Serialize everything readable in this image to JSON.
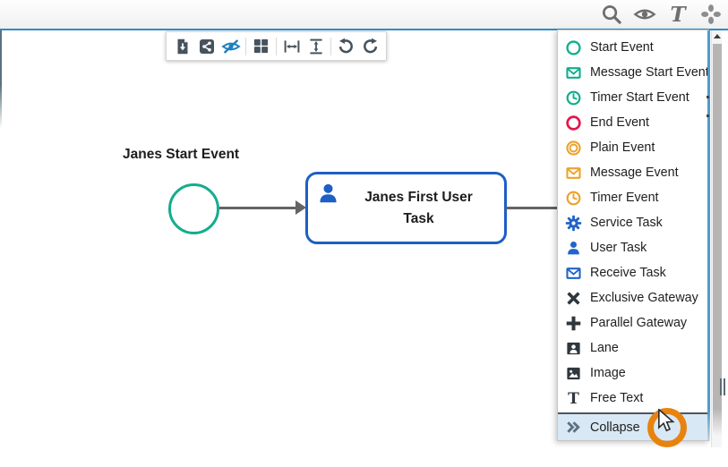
{
  "colors": {
    "teal": "#11ac8c",
    "red": "#e5164c",
    "orange": "#eba22b",
    "blue": "#2264c8",
    "dark": "#30373d",
    "toolbar_icon": "#46535e",
    "eye_off_blue": "#1e7fc0",
    "topbar_icon": "#6e6e6e",
    "accent_line": "#2e8cc6",
    "palette_highlight": "#d8e8f4",
    "cursor_ring_orange": "#e8830e",
    "collapse_icon": "#5b7082",
    "task_border_blue": "#1d5fc4",
    "connector_gray": "#646464"
  },
  "topbar": {
    "icons": [
      "search",
      "visibility",
      "text-tool",
      "move-tool"
    ]
  },
  "floating_toolbar": {
    "buttons": [
      "export-document",
      "share",
      "hide-elements",
      "layout-grid",
      "fit-width",
      "fit-height",
      "undo",
      "redo"
    ]
  },
  "canvas": {
    "start_event_label": "Janes Start Event",
    "task_label": "Janes First User Task"
  },
  "palette": {
    "items": [
      {
        "label": "Start Event",
        "icon": "circle",
        "color": "teal"
      },
      {
        "label": "Message Start Event",
        "icon": "envelope",
        "color": "teal"
      },
      {
        "label": "Timer Start Event",
        "icon": "clock",
        "color": "teal"
      },
      {
        "label": "End Event",
        "icon": "circle-thick",
        "color": "red"
      },
      {
        "label": "Plain Event",
        "icon": "double-circle",
        "color": "orange"
      },
      {
        "label": "Message Event",
        "icon": "envelope",
        "color": "orange"
      },
      {
        "label": "Timer Event",
        "icon": "clock",
        "color": "orange"
      },
      {
        "label": "Service Task",
        "icon": "gear",
        "color": "blue"
      },
      {
        "label": "User Task",
        "icon": "person",
        "color": "blue"
      },
      {
        "label": "Receive Task",
        "icon": "envelope",
        "color": "blue"
      },
      {
        "label": "Exclusive Gateway",
        "icon": "x-gateway",
        "color": "dark"
      },
      {
        "label": "Parallel Gateway",
        "icon": "plus-gateway",
        "color": "dark"
      },
      {
        "label": "Lane",
        "icon": "lane",
        "color": "dark"
      },
      {
        "label": "Image",
        "icon": "image",
        "color": "dark"
      },
      {
        "label": "Free Text",
        "icon": "free-text",
        "color": "dark"
      }
    ],
    "collapse_label": "Collapse"
  }
}
